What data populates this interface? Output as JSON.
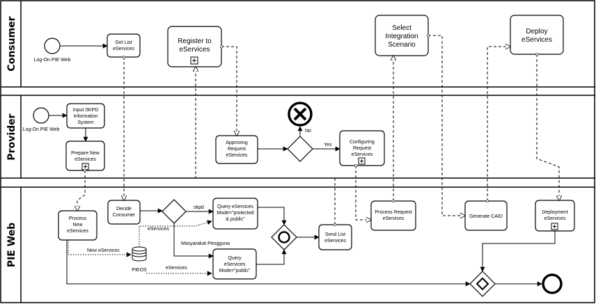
{
  "lanes": {
    "consumer": "Consumer",
    "provider": "Provider",
    "pieweb": "PIE Web"
  },
  "consumer": {
    "start_label": "Log-On PIE Web",
    "get_list_1": "Get List",
    "get_list_2": "eServices",
    "register_1": "Register to",
    "register_2": "eServices",
    "select_1": "Select",
    "select_2": "Integration",
    "select_3": "Scenario",
    "deploy_1": "Deploy",
    "deploy_2": "eServices"
  },
  "provider": {
    "start_label": "Log-On PIE Web",
    "input_1": "Input SKPD",
    "input_2": "Information",
    "input_3": "System",
    "prepare_1": "Prepare New",
    "prepare_2": "eServices",
    "approving_1": "Approving",
    "approving_2": "Request",
    "approving_3": "eServices",
    "no_label": "No",
    "yes_label": "Yes",
    "config_1": "Configuring",
    "config_2": "Request",
    "config_3": "eServices"
  },
  "pieweb": {
    "process_new_1": "Process",
    "process_new_2": "New",
    "process_new_3": "eServices",
    "decide_1": "Decide",
    "decide_2": "Consumer",
    "skpd_label": "skpd",
    "eservices_label_1": "eServices",
    "query1_1": "Query eServices",
    "query1_2": "Mode=\"protected",
    "query1_3": "& public\"",
    "masyarakat_label": "Masyarakat Pengguna",
    "new_eservices_label": "New eServices",
    "pieos_label": "PIEOS",
    "eservices_label_2": "eServices",
    "query2_1": "Query",
    "query2_2": "eServices",
    "query2_3": "Mode=\"public\"",
    "send_list_1": "Send List",
    "send_list_2": "eServices",
    "process_req_1": "Process Request",
    "process_req_2": "eServices",
    "caid_1": "Generate CAID",
    "deployment_1": "Deployment",
    "deployment_2": "eServices"
  }
}
